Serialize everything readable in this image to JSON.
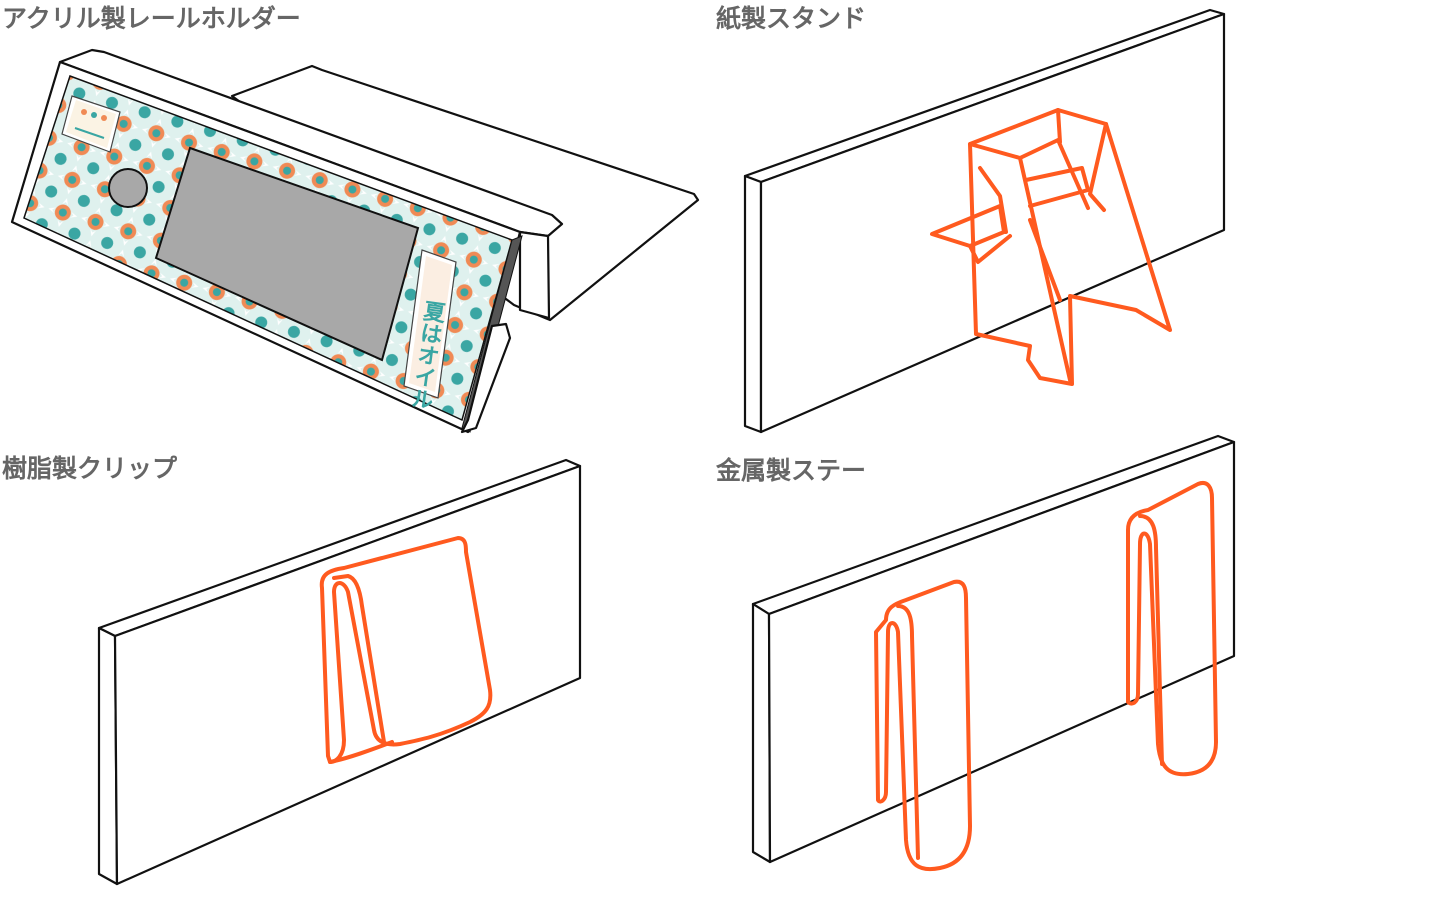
{
  "labels": {
    "acrylic": "アクリル製レールホルダー",
    "paper": "紙製スタンド",
    "resin": "樹脂製クリップ",
    "metal": "金属製ステー"
  },
  "pop_card": {
    "text": "夏はオイル"
  },
  "colors": {
    "accent": "#ff5a1f",
    "outline": "#111111",
    "screen": "#a8a8a8",
    "label_text": "#666666",
    "pattern_teal": "#3aa6a3",
    "pattern_orange": "#f08a55"
  }
}
